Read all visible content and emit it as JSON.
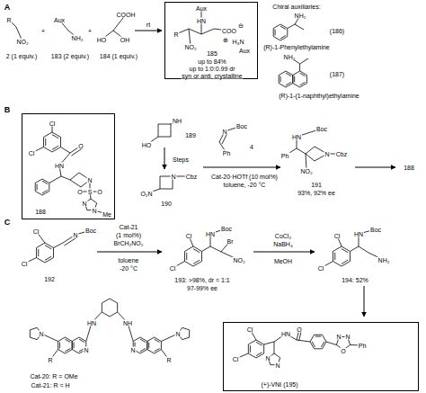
{
  "diagram": {
    "nodes": [
      {
        "text": [
          "185",
          "up to 84%",
          "up to 1:0:0.99 dr",
          "syn or anti, crystalline"
        ]
      },
      {
        "text": [
          "188"
        ]
      },
      {
        "text": [
          "(+)-VNI (195)"
        ]
      }
    ],
    "labels": [
      "A",
      "R",
      "NO₂",
      "2 (1 equiv.)",
      "+",
      "Aux",
      "NH₂",
      "183 (2 equiv.)",
      "+",
      "COOH",
      "HO",
      "OH",
      "184 (1 equiv.)",
      "rt",
      "Aux",
      "HN",
      "R",
      "NO₂",
      "COO",
      "⊖",
      "⊕",
      "H₃N",
      "Aux",
      "Chiral auxiliaries:",
      "NH₂",
      "(R)-1-Phenylethylamine",
      "(186)",
      "NH₂",
      "(187)",
      "(R)-1-(1-naphthyl)ethylamine",
      "B",
      "Cl",
      "Cl",
      "O",
      "HN",
      "N",
      "S",
      "O",
      "O",
      "N",
      "N",
      "Me",
      "189",
      "HO",
      "NH",
      "Steps",
      "O₂N",
      "N",
      "Cbz",
      "190",
      "N",
      "Boc",
      "Ph",
      "4",
      "Cat-20·HOTf (10 mol%)",
      "toluene, -20 °C",
      "HN",
      "Boc",
      "Ph",
      "N",
      "Cbz",
      "NO₂",
      "191",
      "93%, 92% ee",
      "188",
      "C",
      "Cl",
      "Cl",
      "N",
      "Boc",
      "192",
      "Cat-21",
      "(1 mol%)",
      "BrCH₂NO₂",
      "toluene",
      "-20 °C",
      "Cl",
      "Cl",
      "HN",
      "Boc",
      "Br",
      "NO₂",
      "193: >98%, dr = 1:1",
      "97-99% ee",
      "CoCl₂",
      "NaBH₄",
      "MeOH",
      "Cl",
      "Cl",
      "HN",
      "Boc",
      "NH₂",
      "194: 52%",
      "HN",
      "NH",
      "N",
      "N",
      "R",
      "N",
      "N",
      "R",
      "Cat-20: R = OMe",
      "Cat-21: R = H",
      "Cl",
      "Cl",
      "HN",
      "O",
      "N",
      "N",
      "N",
      "N",
      "O",
      "Ph"
    ]
  }
}
